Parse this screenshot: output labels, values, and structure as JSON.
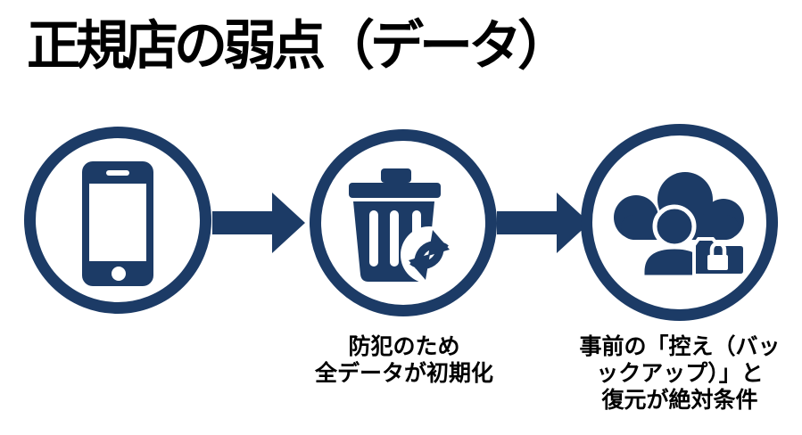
{
  "title": "正規店の弱点（データ）",
  "colors": {
    "navy": "#1c3b66",
    "text": "#000000",
    "background": "#ffffff"
  },
  "flow": {
    "steps": [
      {
        "id": "phone",
        "icon": "smartphone-icon",
        "caption_lines": []
      },
      {
        "id": "wipe",
        "icon": "trash-recycle-icon",
        "caption_lines": [
          "防犯のため",
          "全データが初期化"
        ]
      },
      {
        "id": "backup",
        "icon": "cloud-user-lock-icon",
        "caption_lines": [
          "事前の「控え（バッ",
          "ックアップ）」と",
          "復元が絶対条件"
        ]
      }
    ],
    "arrow_icon": "arrow-right-icon"
  }
}
